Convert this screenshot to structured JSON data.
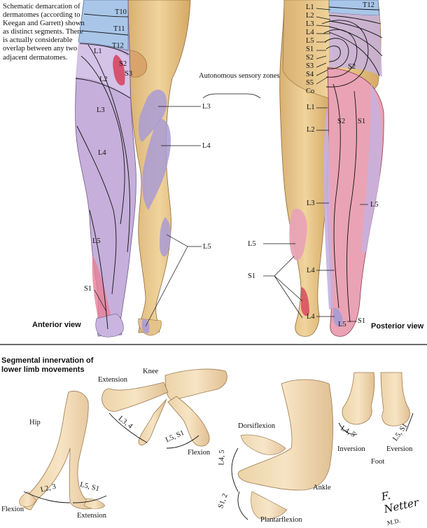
{
  "note": "Schematic demarcation of dermatomes (according to Keegan and Garrett) shown as distinct segments. There is actually considerable overlap between any two adjacent dermatomes.",
  "autonomous_label": "Autonomous sensory zones",
  "anterior": {
    "view_label": "Anterior view",
    "left_labels": [
      "T10",
      "T11",
      "T12",
      "L1",
      "L2",
      "L3",
      "L4",
      "L5",
      "S1"
    ],
    "sacral_labels": [
      "S2",
      "S3"
    ],
    "zone_labels": [
      "L3",
      "L4",
      "L5"
    ]
  },
  "posterior": {
    "view_label": "Posterior view",
    "top_labels": [
      "T12"
    ],
    "spine_labels": [
      "L1",
      "L2",
      "L3",
      "L4",
      "L5",
      "S1",
      "S2",
      "S3",
      "S4",
      "S5",
      "Co"
    ],
    "buttock_labels": [
      "S2"
    ],
    "thigh_labels": [
      "L1",
      "L2",
      "S2",
      "S1"
    ],
    "leg_labels": [
      "L3",
      "L5"
    ],
    "zone_labels": [
      "L5",
      "S1"
    ],
    "foot_labels": [
      "L4",
      "L4",
      "L5",
      "S1"
    ]
  },
  "movements": {
    "title": "Segmental innervation of lower limb movements",
    "hip": {
      "label": "Hip",
      "flexion": "Flexion",
      "extension": "Extension",
      "flex_seg": "L2, 3",
      "ext_seg": "L5, S1"
    },
    "knee": {
      "label": "Knee",
      "extension": "Extension",
      "flexion": "Flexion",
      "ext_seg": "L3, 4",
      "flex_seg": "L5, S1"
    },
    "ankle": {
      "label": "Ankle",
      "dorsiflexion": "Dorsiflexion",
      "plantarflexion": "Plantarflexion",
      "dorsi_seg": "L4, 5",
      "plantar_seg": "S1, 2"
    },
    "foot": {
      "label": "Foot",
      "inversion": "Inversion",
      "eversion": "Eversion",
      "inv_seg": "L4, 5",
      "ev_seg": "L5, S1"
    }
  },
  "signature": "F. Netter",
  "signature_suffix": "M.D.",
  "colors": {
    "skin": "#e9c98e",
    "skin_dark": "#c99a5c",
    "blue": "#a9c6e8",
    "lilac": "#c7b1de",
    "pink": "#e9a3b5",
    "red": "#d6405a",
    "zone": "#a99bd4",
    "line": "#111111"
  }
}
